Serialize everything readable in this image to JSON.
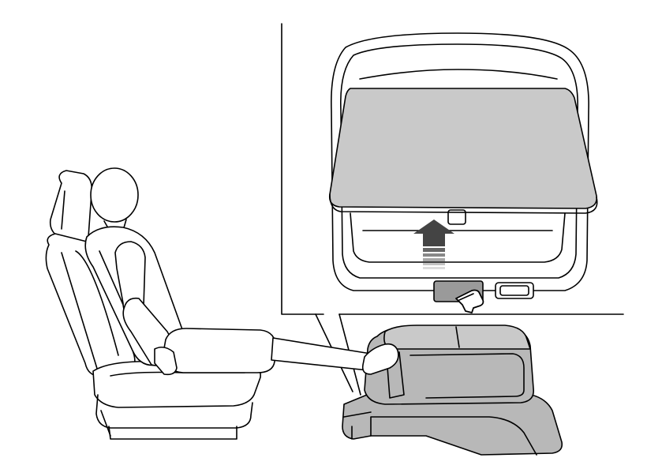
{
  "diagram": {
    "colors": {
      "line": "#000000",
      "background": "#ffffff",
      "lid_fill": "#c9c9c9",
      "console_fill": "#b8b8b8",
      "button_fill": "#9a9a9a",
      "arrow_fill": "#444444",
      "body_fill": "#ffffff"
    },
    "scene": {
      "elements": [
        "seat",
        "occupant",
        "center-console",
        "detail-view"
      ],
      "detail_view": {
        "object": "center-console-lid",
        "action": "lift-lid",
        "arrow": "up-arrow-icon",
        "button": "release-button",
        "pointer": "hand-pointer-icon"
      }
    }
  }
}
